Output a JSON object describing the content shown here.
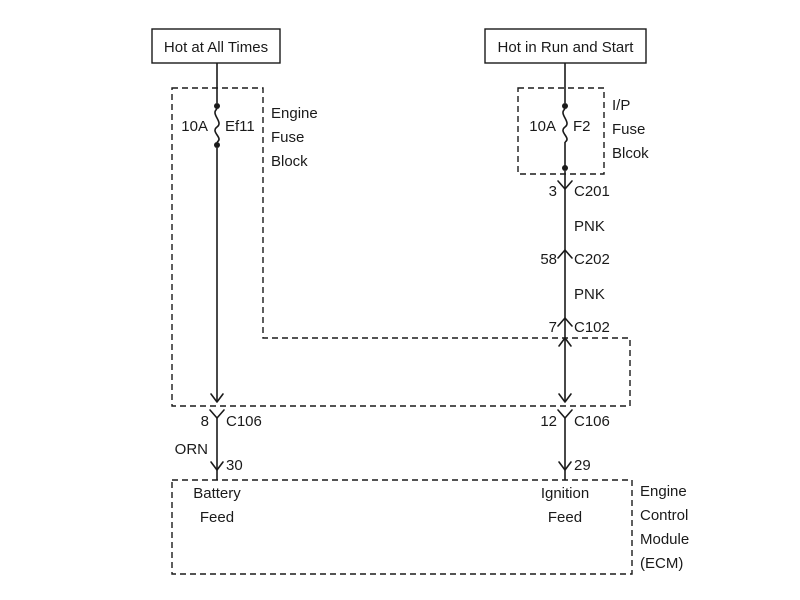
{
  "sources": {
    "left": "Hot at All Times",
    "right": "Hot in Run and Start"
  },
  "fuses": {
    "left": {
      "rating": "10A",
      "name": "Ef11"
    },
    "right": {
      "rating": "10A",
      "name": "F2"
    }
  },
  "blocks": {
    "engine_fuse_block": [
      "Engine",
      "Fuse",
      "Block"
    ],
    "ip_fuse_block": [
      "I/P",
      "Fuse",
      "Blcok"
    ],
    "ecm": [
      "Engine",
      "Control",
      "Module",
      "(ECM)"
    ]
  },
  "connectors": {
    "c201": {
      "pin": "3",
      "name": "C201"
    },
    "c202": {
      "pin": "58",
      "name": "C202"
    },
    "c102": {
      "pin": "7",
      "name": "C102"
    },
    "c106_left": {
      "pin": "8",
      "name": "C106"
    },
    "c106_right": {
      "pin": "12",
      "name": "C106"
    }
  },
  "wires": {
    "pnk_1": "PNK",
    "pnk_2": "PNK",
    "orn": "ORN"
  },
  "ecm_pins": {
    "battery": {
      "pin": "30",
      "label": [
        "Battery",
        "Feed"
      ]
    },
    "ignition": {
      "pin": "29",
      "label": [
        "Ignition",
        "Feed"
      ]
    }
  }
}
